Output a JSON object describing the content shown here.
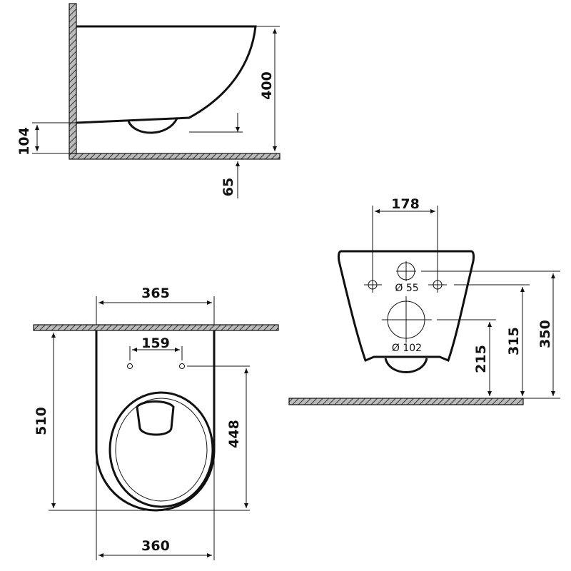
{
  "side_view": {
    "dim_height": "400",
    "dim_outlet_height": "104",
    "dim_outlet_offset": "65"
  },
  "top_view": {
    "dim_width_top": "365",
    "dim_hole_spacing": "159",
    "dim_length": "510",
    "dim_hole_to_front": "448",
    "dim_width_bottom": "360"
  },
  "rear_view": {
    "dim_hole_spacing": "178",
    "dim_small_hole": "Ø 55",
    "dim_large_hole": "Ø 102",
    "dim_large_hole_height": "215",
    "dim_bolt_height": "315",
    "dim_small_hole_height": "350"
  },
  "colors": {
    "line": "#111111",
    "background": "#ffffff"
  }
}
